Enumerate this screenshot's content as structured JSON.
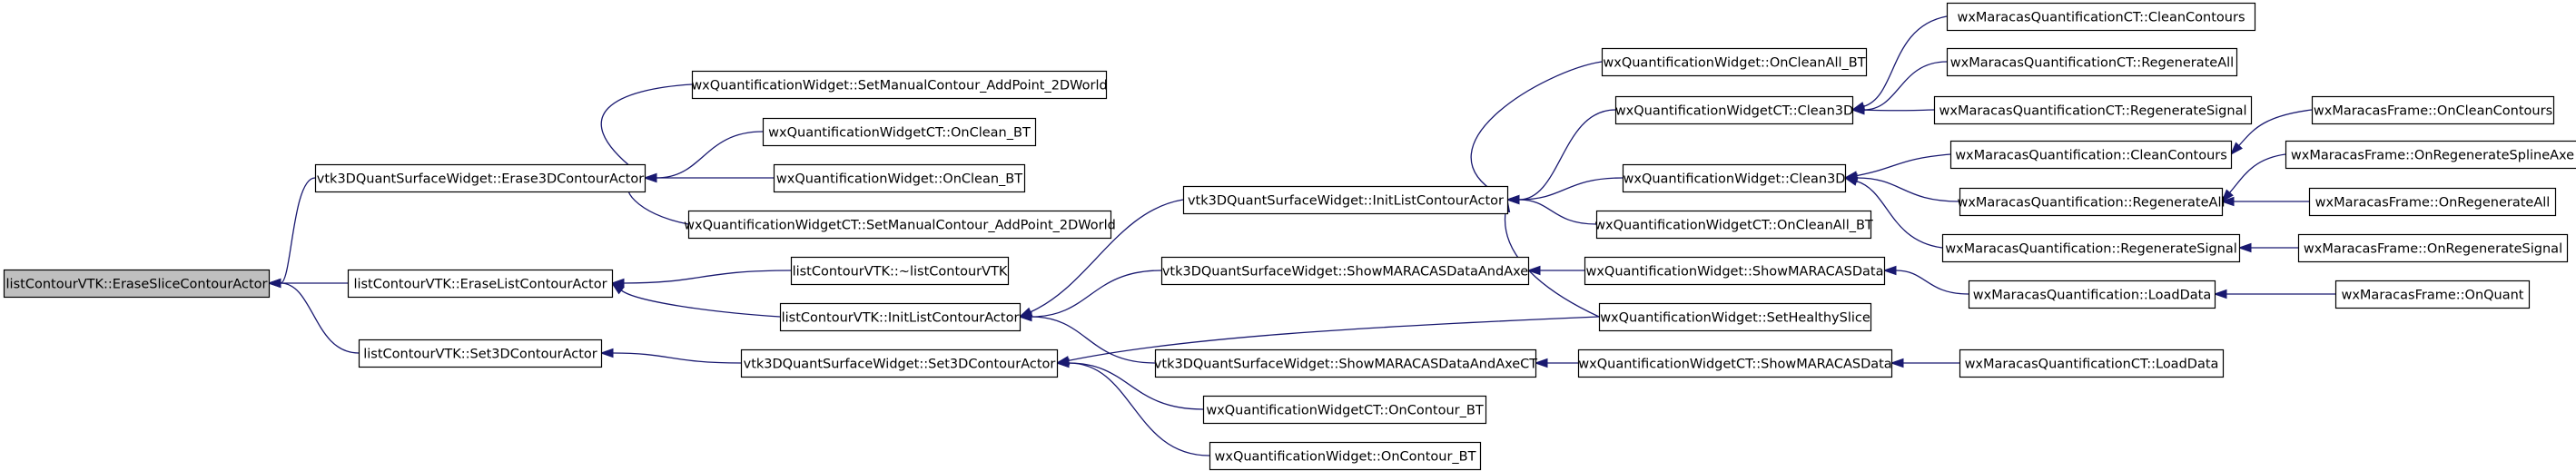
{
  "diagram": {
    "type": "caller-graph",
    "colors": {
      "edge": "#191970",
      "root_fill": "#bfbfbf",
      "node_fill": "#ffffff",
      "node_border": "#000000"
    },
    "nodes": [
      {
        "id": "n0",
        "label": "listContourVTK::EraseSliceContourActor",
        "root": true
      },
      {
        "id": "n1",
        "label": "vtk3DQuantSurfaceWidget::Erase3DContourActor"
      },
      {
        "id": "n2",
        "label": "listContourVTK::EraseListContourActor"
      },
      {
        "id": "n3",
        "label": "listContourVTK::Set3DContourActor"
      },
      {
        "id": "n4",
        "label": "wxQuantificationWidget::SetManualContour_AddPoint_2DWorld"
      },
      {
        "id": "n5",
        "label": "wxQuantificationWidgetCT::OnClean_BT"
      },
      {
        "id": "n6",
        "label": "wxQuantificationWidget::OnClean_BT"
      },
      {
        "id": "n7",
        "label": "wxQuantificationWidgetCT::SetManualContour_AddPoint_2DWorld"
      },
      {
        "id": "n8",
        "label": "listContourVTK::~listContourVTK"
      },
      {
        "id": "n9",
        "label": "listContourVTK::InitListContourActor"
      },
      {
        "id": "n10",
        "label": "vtk3DQuantSurfaceWidget::Set3DContourActor"
      },
      {
        "id": "n11",
        "label": "vtk3DQuantSurfaceWidget::InitListContourActor"
      },
      {
        "id": "n12",
        "label": "vtk3DQuantSurfaceWidget::ShowMARACASDataAndAxe"
      },
      {
        "id": "n13",
        "label": "vtk3DQuantSurfaceWidget::ShowMARACASDataAndAxeCT"
      },
      {
        "id": "n14",
        "label": "wxQuantificationWidgetCT::OnContour_BT"
      },
      {
        "id": "n15",
        "label": "wxQuantificationWidget::OnContour_BT"
      },
      {
        "id": "n16",
        "label": "wxQuantificationWidget::OnCleanAll_BT"
      },
      {
        "id": "n17",
        "label": "wxQuantificationWidgetCT::Clean3D"
      },
      {
        "id": "n18",
        "label": "wxQuantificationWidget::Clean3D"
      },
      {
        "id": "n19",
        "label": "wxQuantificationWidgetCT::OnCleanAll_BT"
      },
      {
        "id": "n20",
        "label": "wxQuantificationWidget::ShowMARACASData"
      },
      {
        "id": "n21",
        "label": "wxQuantificationWidget::SetHealthySlice"
      },
      {
        "id": "n22",
        "label": "wxQuantificationWidgetCT::ShowMARACASData"
      },
      {
        "id": "n23",
        "label": "wxMaracasQuantificationCT::CleanContours"
      },
      {
        "id": "n24",
        "label": "wxMaracasQuantificationCT::RegenerateAll"
      },
      {
        "id": "n25",
        "label": "wxMaracasQuantificationCT::RegenerateSignal"
      },
      {
        "id": "n26",
        "label": "wxMaracasQuantification::CleanContours"
      },
      {
        "id": "n27",
        "label": "wxMaracasQuantification::RegenerateAll"
      },
      {
        "id": "n28",
        "label": "wxMaracasQuantification::RegenerateSignal"
      },
      {
        "id": "n29",
        "label": "wxMaracasQuantification::LoadData"
      },
      {
        "id": "n30",
        "label": "wxMaracasQuantificationCT::LoadData"
      },
      {
        "id": "n31",
        "label": "wxMaracasFrame::OnCleanContours"
      },
      {
        "id": "n32",
        "label": "wxMaracasFrame::OnRegenerateSplineAxe"
      },
      {
        "id": "n33",
        "label": "wxMaracasFrame::OnRegenerateAll"
      },
      {
        "id": "n34",
        "label": "wxMaracasFrame::OnRegenerateSignal"
      },
      {
        "id": "n35",
        "label": "wxMaracasFrame::OnQuant"
      }
    ],
    "edges": [
      {
        "from": "n1",
        "to": "n0"
      },
      {
        "from": "n2",
        "to": "n0"
      },
      {
        "from": "n3",
        "to": "n0"
      },
      {
        "from": "n4",
        "to": "n1"
      },
      {
        "from": "n5",
        "to": "n1"
      },
      {
        "from": "n6",
        "to": "n1"
      },
      {
        "from": "n7",
        "to": "n1"
      },
      {
        "from": "n8",
        "to": "n2"
      },
      {
        "from": "n9",
        "to": "n2"
      },
      {
        "from": "n10",
        "to": "n3"
      },
      {
        "from": "n11",
        "to": "n9"
      },
      {
        "from": "n12",
        "to": "n9"
      },
      {
        "from": "n13",
        "to": "n9"
      },
      {
        "from": "n21",
        "to": "n10"
      },
      {
        "from": "n14",
        "to": "n10"
      },
      {
        "from": "n15",
        "to": "n10"
      },
      {
        "from": "n16",
        "to": "n11"
      },
      {
        "from": "n17",
        "to": "n11"
      },
      {
        "from": "n18",
        "to": "n11"
      },
      {
        "from": "n19",
        "to": "n11"
      },
      {
        "from": "n21",
        "to": "n11"
      },
      {
        "from": "n20",
        "to": "n12"
      },
      {
        "from": "n22",
        "to": "n13"
      },
      {
        "from": "n23",
        "to": "n17"
      },
      {
        "from": "n24",
        "to": "n17"
      },
      {
        "from": "n25",
        "to": "n17"
      },
      {
        "from": "n26",
        "to": "n18"
      },
      {
        "from": "n27",
        "to": "n18"
      },
      {
        "from": "n28",
        "to": "n18"
      },
      {
        "from": "n29",
        "to": "n20"
      },
      {
        "from": "n30",
        "to": "n22"
      },
      {
        "from": "n31",
        "to": "n26"
      },
      {
        "from": "n32",
        "to": "n27"
      },
      {
        "from": "n33",
        "to": "n27"
      },
      {
        "from": "n34",
        "to": "n28"
      },
      {
        "from": "n35",
        "to": "n29"
      }
    ]
  }
}
